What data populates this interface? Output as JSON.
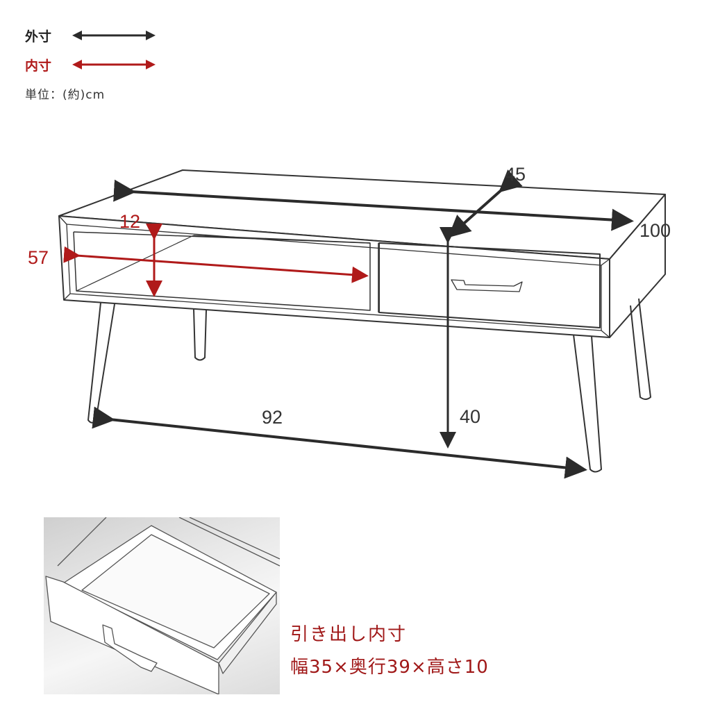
{
  "legend": {
    "outer_label": "外寸",
    "inner_label": "内寸",
    "unit": "単位：(約)cm",
    "outer_color": "#2b2b2b",
    "inner_color": "#b01a1a"
  },
  "dimensions": {
    "outer": {
      "width": "100",
      "depth": "45",
      "height": "40",
      "leg_span": "92"
    },
    "inner": {
      "shelf_width": "57",
      "shelf_height": "12"
    }
  },
  "drawer": {
    "title": "引き出し内寸",
    "size": "幅35×奥行39×高さ10"
  }
}
